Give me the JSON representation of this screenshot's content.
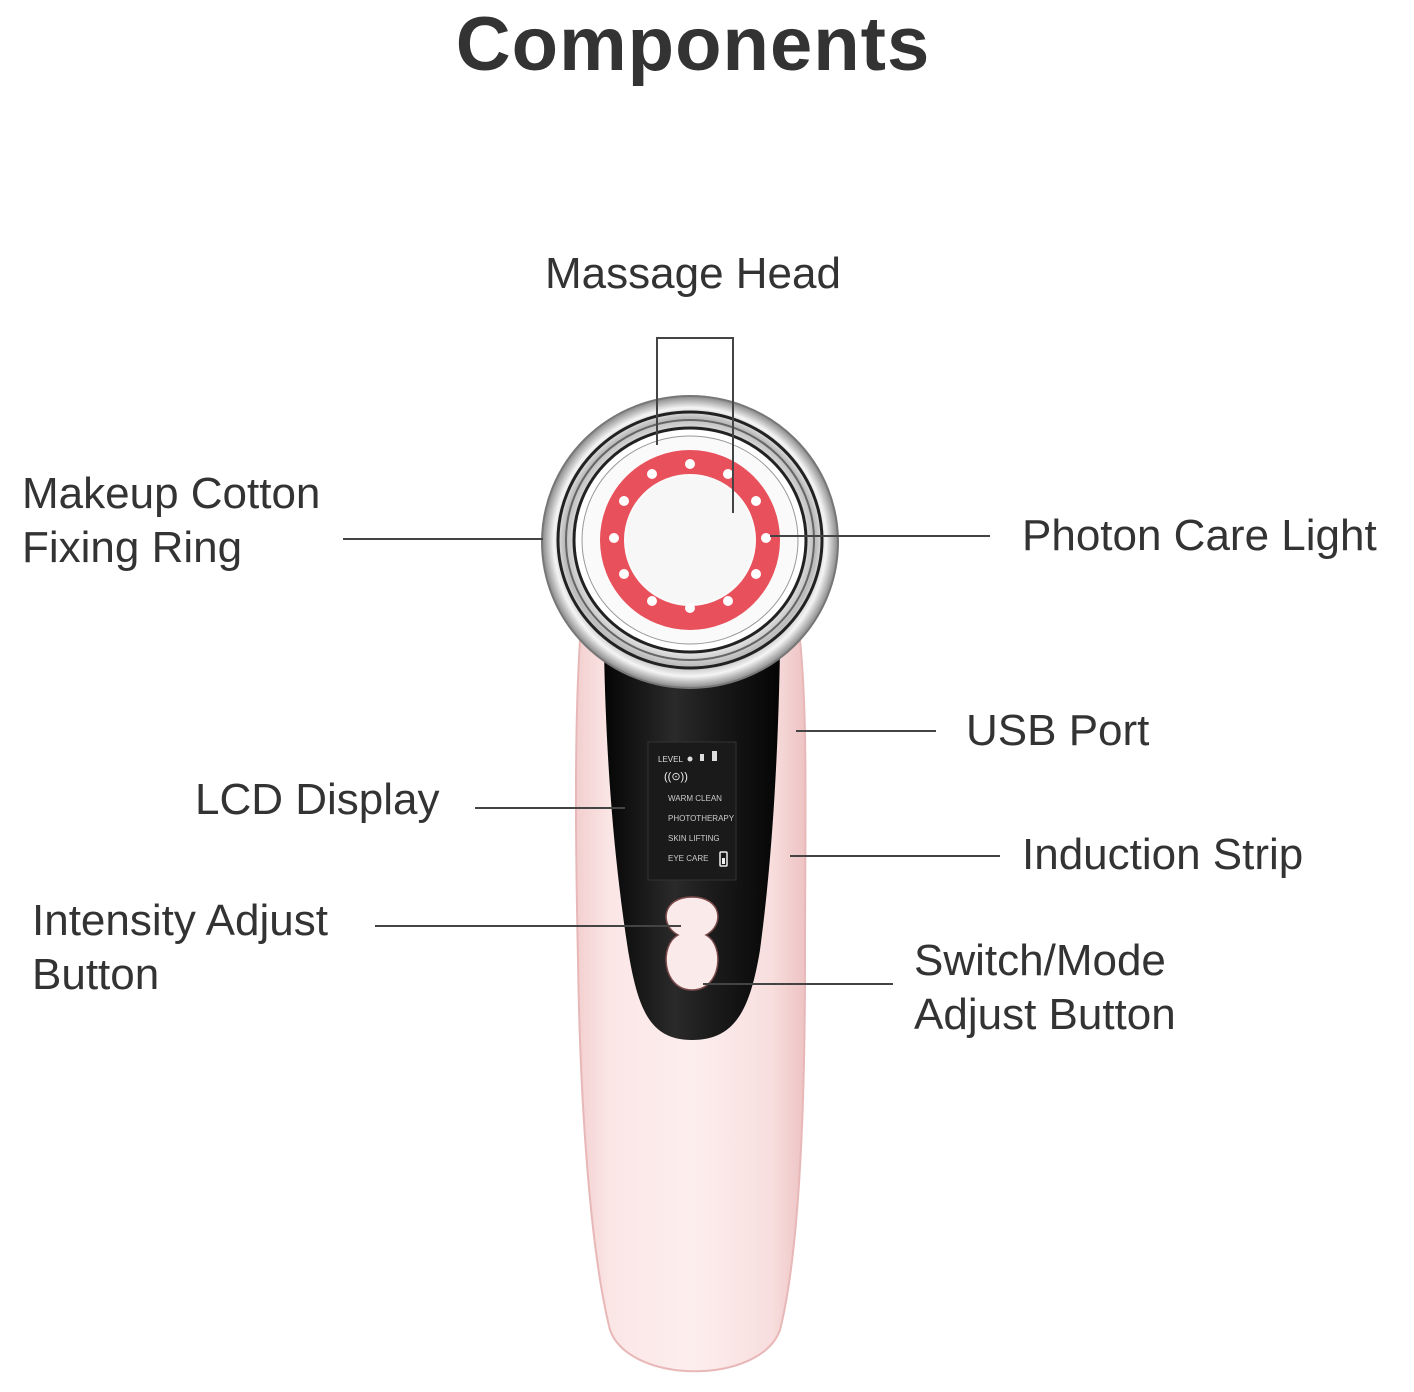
{
  "title": "Components",
  "colors": {
    "text": "#333333",
    "leader_line": "#444444",
    "body_pink": "#f8dcdc",
    "panel_black": "#111111",
    "photon_red": "#e8505b",
    "chrome": "#d9d9d9"
  },
  "labels": {
    "massage_head": {
      "lines": [
        "Massage Head"
      ]
    },
    "makeup_cotton_ring": {
      "lines": [
        "Makeup Cotton",
        "Fixing Ring"
      ]
    },
    "photon_care_light": {
      "lines": [
        "Photon Care Light"
      ]
    },
    "usb_port": {
      "lines": [
        "USB Port"
      ]
    },
    "lcd_display": {
      "lines": [
        "LCD Display"
      ]
    },
    "induction_strip": {
      "lines": [
        "Induction Strip"
      ]
    },
    "intensity_adjust": {
      "lines": [
        "Intensity Adjust",
        "Button"
      ]
    },
    "switch_mode": {
      "lines": [
        "Switch/Mode",
        "Adjust Button"
      ]
    }
  },
  "lcd": {
    "level_label": "LEVEL",
    "modes": [
      "WARM CLEAN",
      "PHOTOTHERAPY",
      "SKIN LIFTING",
      "EYE CARE"
    ]
  }
}
